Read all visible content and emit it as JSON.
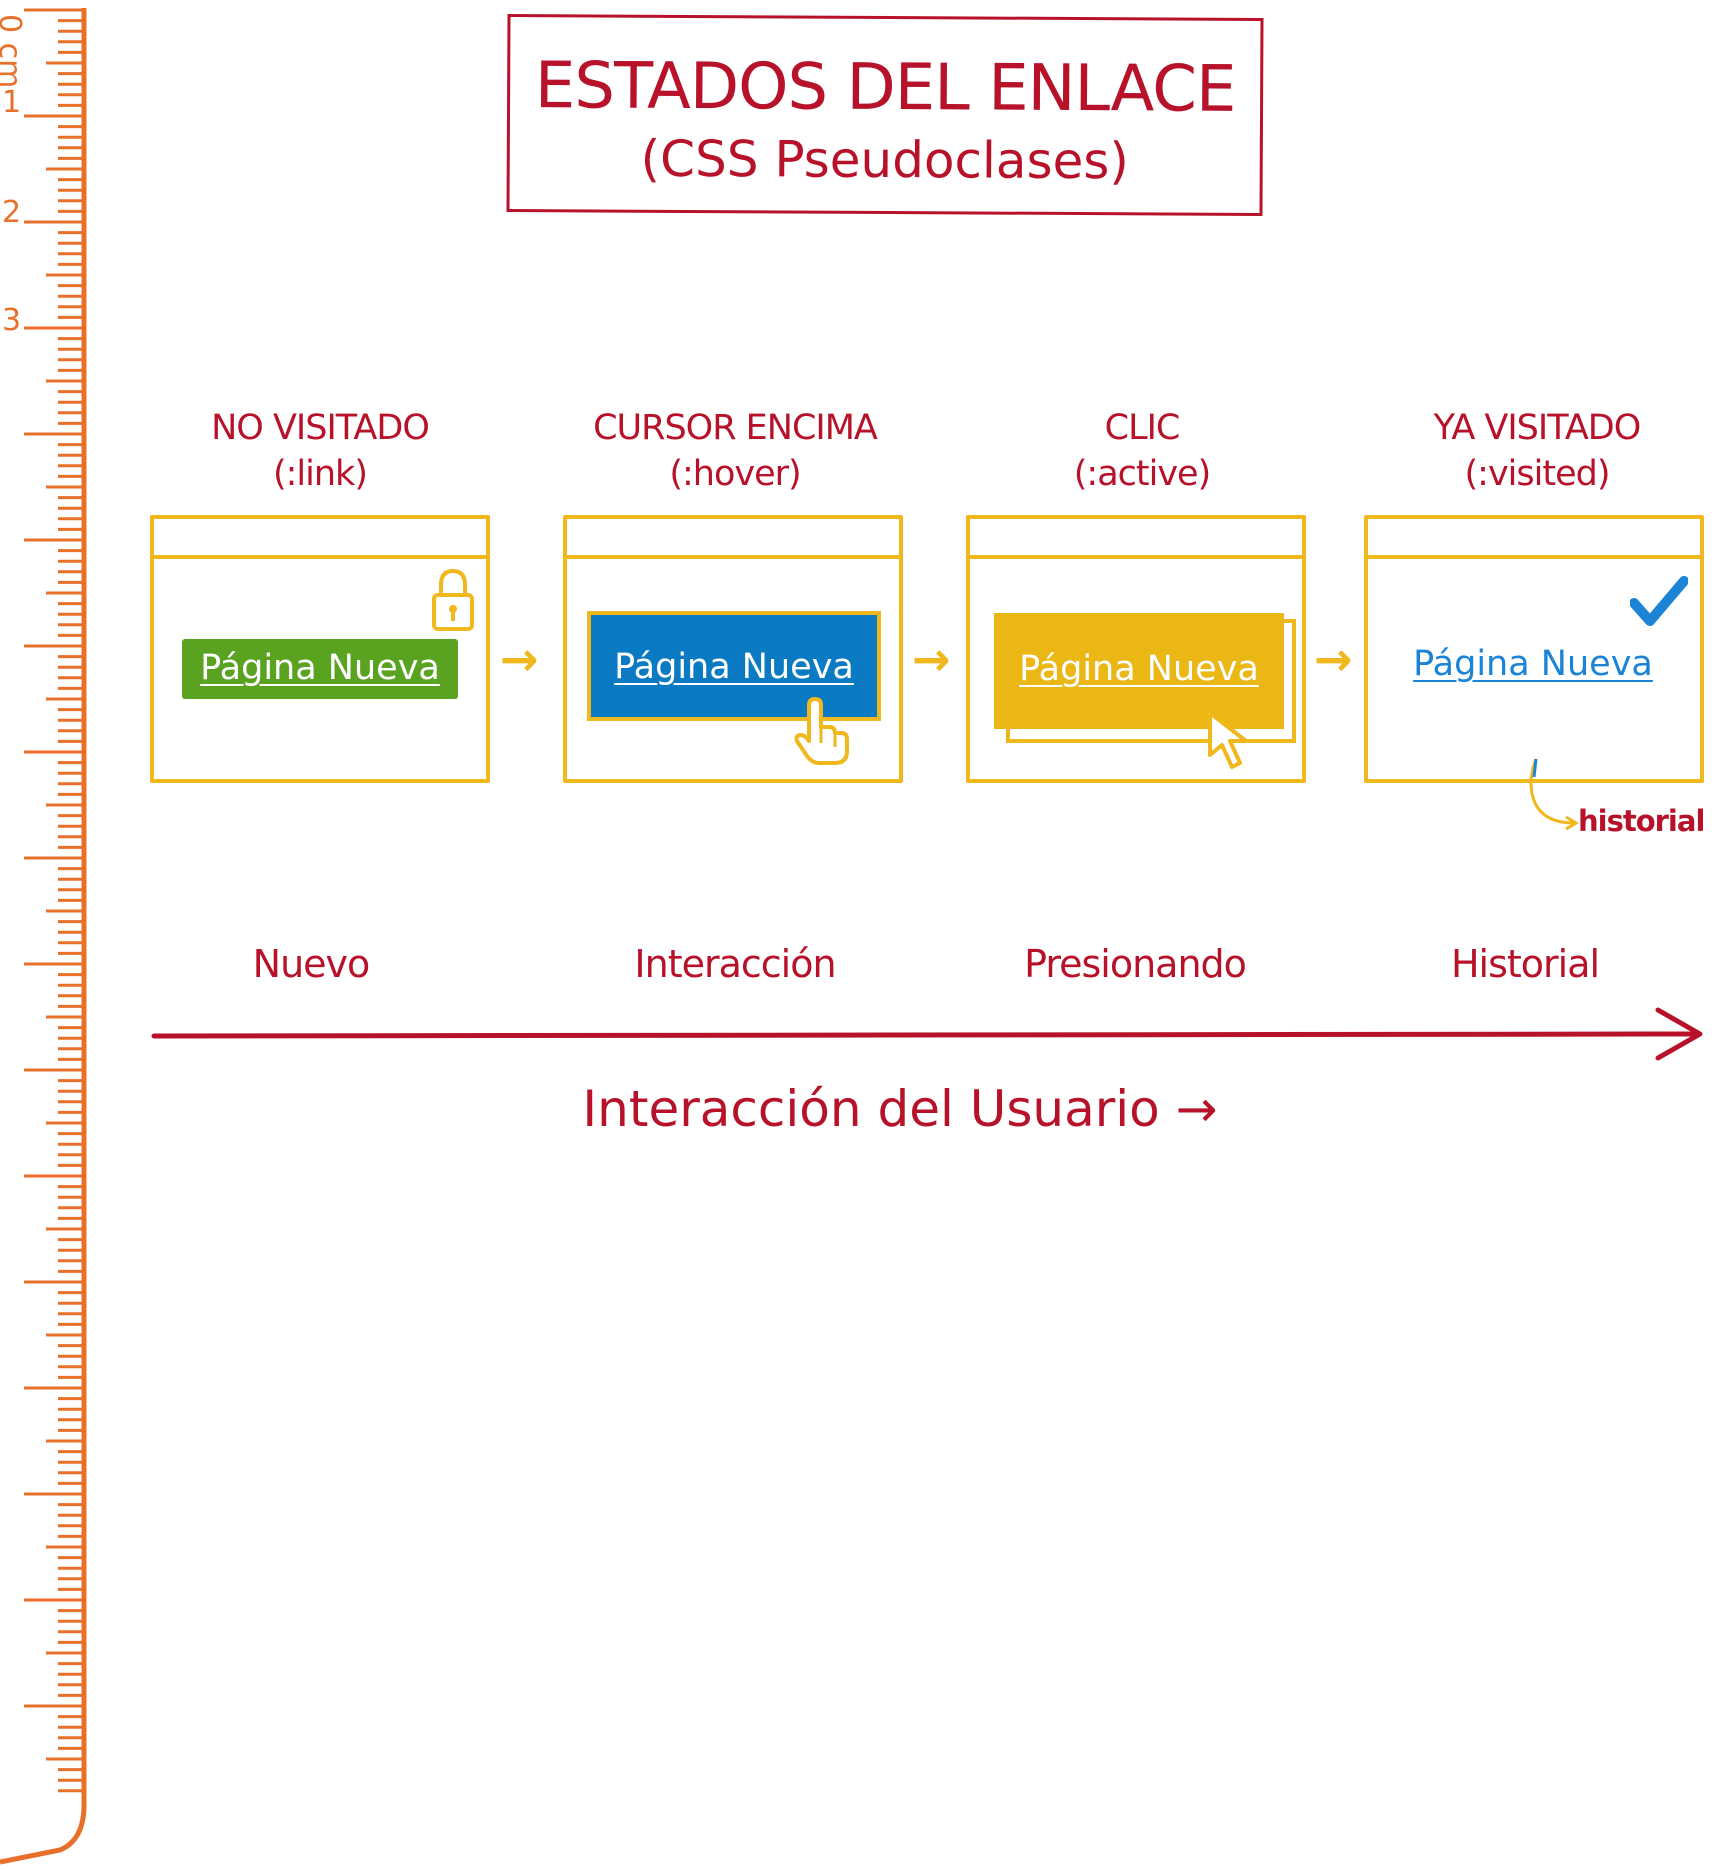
{
  "title": {
    "main": "ESTADOS DEL ENLACE",
    "sub": "(CSS Pseudoclases)"
  },
  "states": [
    {
      "name": "NO VISITADO",
      "pseudo": "(:link)",
      "link_text": "Página Nueva",
      "phase": "Nuevo"
    },
    {
      "name": "CURSOR ENCIMA",
      "pseudo": "(:hover)",
      "link_text": "Página Nueva",
      "phase": "Interacción"
    },
    {
      "name": "CLIC",
      "pseudo": "(:active)",
      "link_text": "Página Nueva",
      "phase": "Presionando"
    },
    {
      "name": "YA VISITADO",
      "pseudo": "(:visited)",
      "link_text": "Página Nueva",
      "phase": "Historial"
    }
  ],
  "history_note": "historial",
  "axis_caption": "Interacción del Usuario →",
  "ruler_labels": [
    "0 cm",
    "1",
    "2",
    "3"
  ],
  "colors": {
    "title": "#b8122b",
    "frame": "#f0b81c",
    "link_green": "#5aa321",
    "hover_blue": "#0a7bc2",
    "active_yellow": "#ebb714",
    "visited_link": "#1b84d6",
    "ruler": "#e8702a"
  },
  "icons": [
    "lock-icon",
    "hand-pointer-icon",
    "cursor-arrow-icon",
    "checkmark-icon"
  ]
}
